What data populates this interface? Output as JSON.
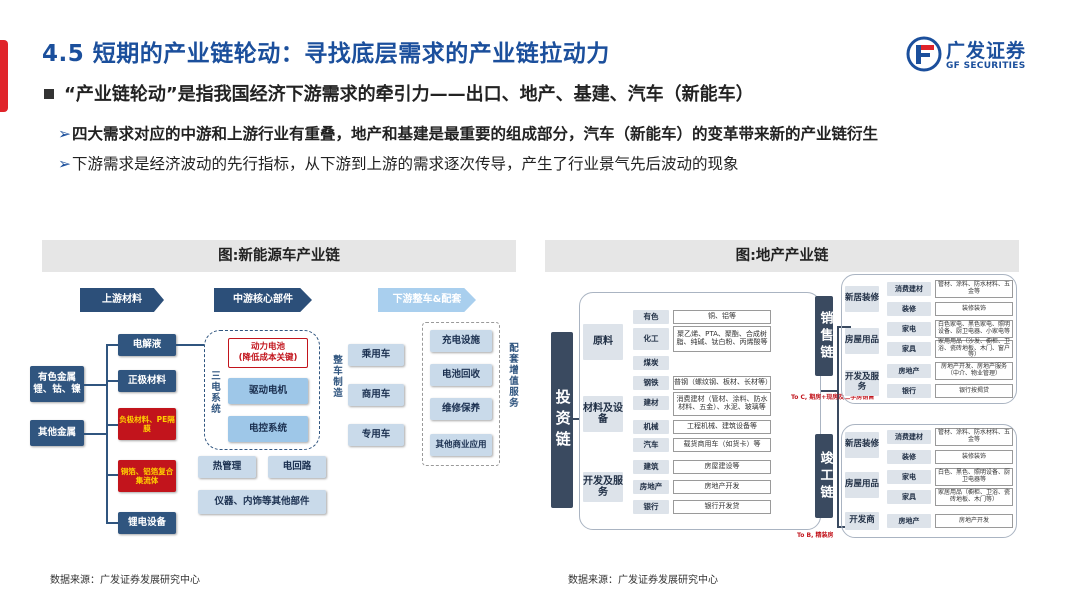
{
  "slide": {
    "title": "4.5 短期的产业链轮动：寻找底层需求的产业链拉动力",
    "bullet": "“产业链轮动”是指我国经济下游需求的牵引力——出口、地产、基建、汽车（新能车）",
    "subpoints": [
      "四大需求对应的中游和上游行业有重叠，地产和基建是最重要的组成部分，汽车（新能车）的变革带来新的产业链衍生",
      "下游需求是经济波动的先行指标，从下游到上游的需求逐次传导，产生了行业景气先后波动的现象"
    ],
    "subpoint_marker": "➢"
  },
  "logo": {
    "name_cn": "广发证券",
    "name_en": "GF SECURITIES",
    "color": "#1b4f9c"
  },
  "left_panel": {
    "title": "图:新能源车产业链",
    "source": "数据来源：广发证券发展研究中心",
    "headers": [
      "上游材料",
      "中游核心部件",
      "下游整车&配套"
    ],
    "metals": [
      "有色金属\n锂、钴、镍",
      "其他金属"
    ],
    "materials": [
      "电解液",
      "正极材料",
      "负极材料、PE隔膜",
      "铜箔、铝箔复合集流体",
      "锂电设备"
    ],
    "core_label": "三电系统",
    "core": [
      "动力电池\n(降低成本关键)",
      "驱动电机",
      "电控系统"
    ],
    "core_others": [
      "热管理",
      "电回路",
      "仪器、内饰等其他部件"
    ],
    "vehicle_label": "整车制造",
    "vehicles": [
      "乘用车",
      "商用车",
      "专用车"
    ],
    "service_label": "配套增值服务",
    "services": [
      "充电设施",
      "电池回收",
      "维修保养",
      "其他商业应用"
    ]
  },
  "right_panel": {
    "title": "图:地产产业链",
    "source": "数据来源：广发证券发展研究中心",
    "invest": "投资链",
    "sales": "销售链",
    "completion": "竣工链",
    "to_c": "To C, 期房+现房及二手房销售",
    "to_b": "To B, 精装房",
    "left_groups": [
      {
        "name": "原料",
        "rows": [
          [
            "有色",
            "铜、铝等"
          ],
          [
            "化工",
            "聚乙烯、PTA、聚酯、合成树脂、纯碱、钛白粉、丙烯酸等"
          ],
          [
            "煤炭",
            ""
          ]
        ]
      },
      {
        "name": "材料及设备",
        "rows": [
          [
            "钢铁",
            "普钢（螺纹钢、板材、长材等）"
          ],
          [
            "建材",
            "消费建材（管材、涂料、防水材料、五金）、水泥、玻璃等"
          ],
          [
            "机械",
            "工程机械、建筑设备等"
          ],
          [
            "汽车",
            "载货商用车（如货卡）等"
          ]
        ]
      },
      {
        "name": "开发及服务",
        "rows": [
          [
            "建筑",
            "房屋建设等"
          ],
          [
            "房地产",
            "房地产开发"
          ],
          [
            "银行",
            "银行开发贷"
          ]
        ]
      }
    ],
    "sales_groups": [
      {
        "name": "新居装修",
        "rows": [
          [
            "消费建材",
            "管材、涂料、防水材料、五金等"
          ],
          [
            "装修",
            "装修装饰"
          ]
        ]
      },
      {
        "name": "房屋用品",
        "rows": [
          [
            "家电",
            "白色家电、黑色家电、照明设备、厨卫电器、小家电等"
          ],
          [
            "家具",
            "家用用品（沙发、橱柜、卫浴、瓷砖地板、木门、窗户等）"
          ]
        ]
      },
      {
        "name": "开发及服务",
        "rows": [
          [
            "房地产",
            "房地产开发、房地产服务（中介、物业管理）"
          ],
          [
            "银行",
            "银行按揭贷"
          ]
        ]
      }
    ],
    "completion_groups": [
      {
        "name": "新居装修",
        "rows": [
          [
            "消费建材",
            "管材、涂料、防水材料、五金等"
          ],
          [
            "装修",
            "装修装饰"
          ]
        ]
      },
      {
        "name": "房屋用品",
        "rows": [
          [
            "家电",
            "白色、黑色、照明设备、厨卫电器等"
          ],
          [
            "家具",
            "家居用品（橱柜、卫浴、瓷砖地板、木门等）"
          ]
        ]
      },
      {
        "name": "开发商",
        "rows": [
          [
            "房地产",
            "房地产开发"
          ]
        ]
      }
    ]
  }
}
